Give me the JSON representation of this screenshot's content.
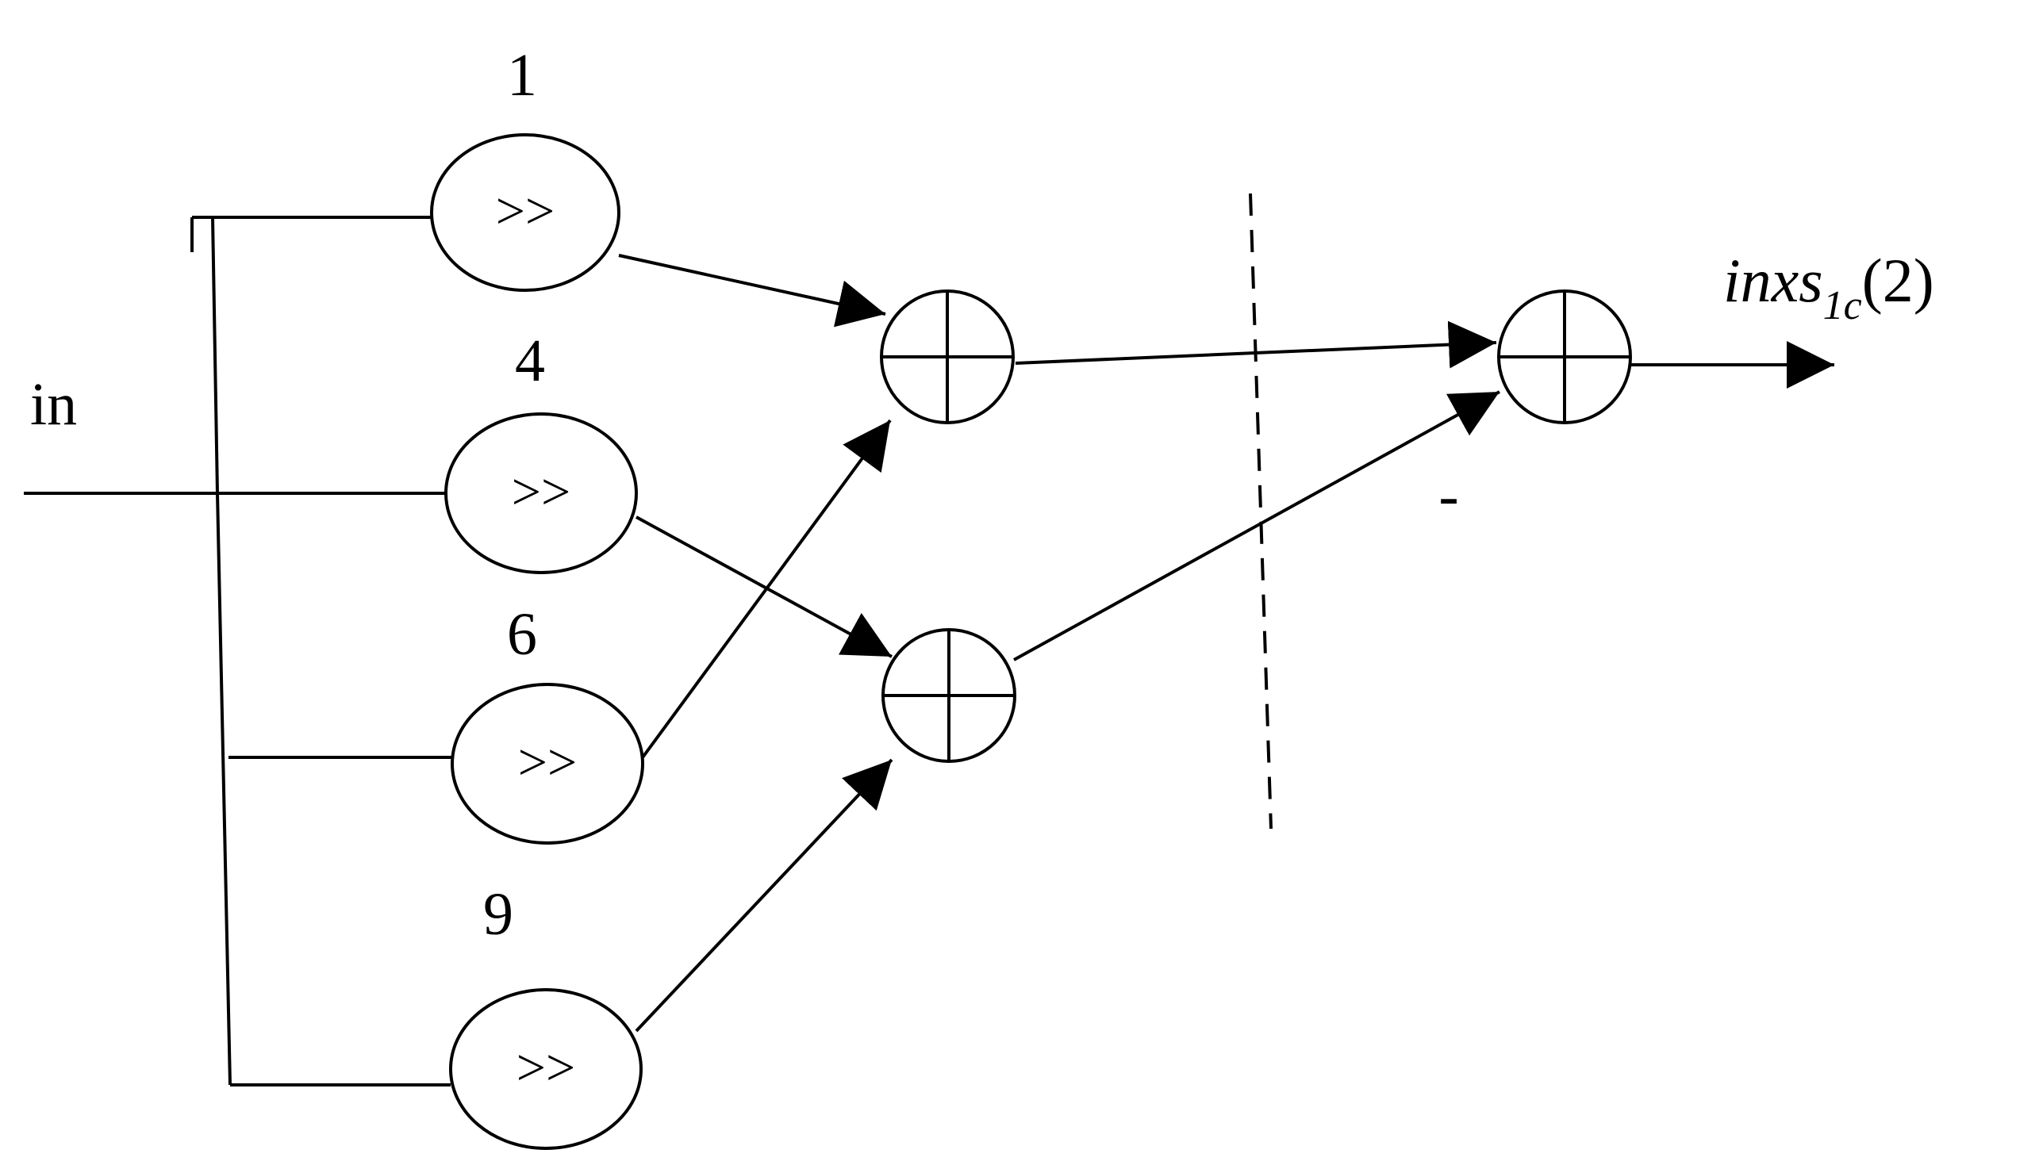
{
  "diagram": {
    "input_label": "in",
    "shift_symbol": ">>",
    "shift_amounts": [
      "1",
      "4",
      "6",
      "9"
    ],
    "minus_sign": "-",
    "output": {
      "base": "inxs",
      "subscript": "1c",
      "arg": "(2)"
    }
  }
}
